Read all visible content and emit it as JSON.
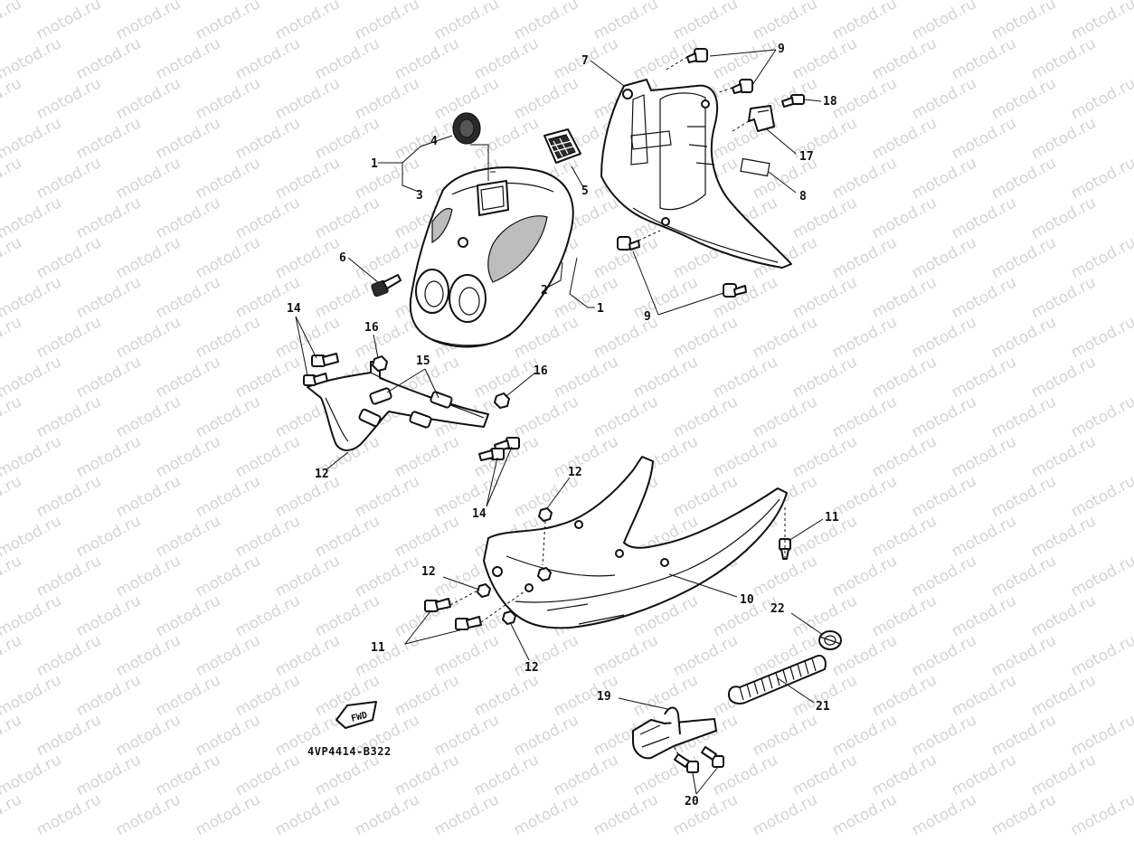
{
  "watermark_text": "motod.ru",
  "diagram_code": "4VP4414-B322",
  "fwd_label": "FWD",
  "callouts": [
    {
      "id": "c1a",
      "text": "1"
    },
    {
      "id": "c1b",
      "text": "1"
    },
    {
      "id": "c2",
      "text": "2"
    },
    {
      "id": "c3",
      "text": "3"
    },
    {
      "id": "c4",
      "text": "4"
    },
    {
      "id": "c5",
      "text": "5"
    },
    {
      "id": "c6",
      "text": "6"
    },
    {
      "id": "c7",
      "text": "7"
    },
    {
      "id": "c8",
      "text": "8"
    },
    {
      "id": "c9a",
      "text": "9"
    },
    {
      "id": "c9b",
      "text": "9"
    },
    {
      "id": "c10",
      "text": "10"
    },
    {
      "id": "c11a",
      "text": "11"
    },
    {
      "id": "c11b",
      "text": "11"
    },
    {
      "id": "c12a",
      "text": "12"
    },
    {
      "id": "c12b",
      "text": "12"
    },
    {
      "id": "c12c",
      "text": "12"
    },
    {
      "id": "c12d",
      "text": "12"
    },
    {
      "id": "c14a",
      "text": "14"
    },
    {
      "id": "c14b",
      "text": "14"
    },
    {
      "id": "c15",
      "text": "15"
    },
    {
      "id": "c16a",
      "text": "16"
    },
    {
      "id": "c16b",
      "text": "16"
    },
    {
      "id": "c17",
      "text": "17"
    },
    {
      "id": "c18",
      "text": "18"
    },
    {
      "id": "c19",
      "text": "19"
    },
    {
      "id": "c20",
      "text": "20"
    },
    {
      "id": "c21",
      "text": "21"
    },
    {
      "id": "c22",
      "text": "22"
    }
  ]
}
